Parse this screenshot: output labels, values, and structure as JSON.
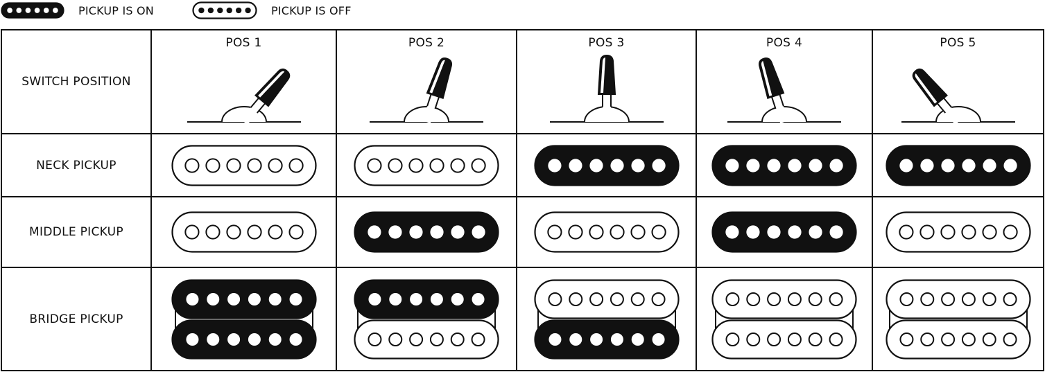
{
  "legend": {
    "on": {
      "label": "PICKUP IS ON",
      "state": "on"
    },
    "off": {
      "label": "PICKUP IS OFF",
      "state": "off"
    }
  },
  "table": {
    "row_labels": {
      "switch": "SWITCH POSITION",
      "neck": "NECK PICKUP",
      "middle": "MIDDLE PICKUP",
      "bridge": "BRIDGE PICKUP"
    },
    "positions": [
      {
        "label": "POS 1",
        "lever_angle": 40,
        "neck": "off",
        "middle": "off",
        "bridge_top": "on",
        "bridge_bottom": "on"
      },
      {
        "label": "POS 2",
        "lever_angle": 18,
        "neck": "off",
        "middle": "on",
        "bridge_top": "on",
        "bridge_bottom": "off"
      },
      {
        "label": "POS 3",
        "lever_angle": 0,
        "neck": "on",
        "middle": "off",
        "bridge_top": "off",
        "bridge_bottom": "on"
      },
      {
        "label": "POS 4",
        "lever_angle": -18,
        "neck": "on",
        "middle": "on",
        "bridge_top": "off",
        "bridge_bottom": "off"
      },
      {
        "label": "POS 5",
        "lever_angle": -40,
        "neck": "on",
        "middle": "off",
        "bridge_top": "off",
        "bridge_bottom": "off"
      }
    ]
  },
  "colors": {
    "ink": "#111111",
    "paper": "#ffffff"
  }
}
